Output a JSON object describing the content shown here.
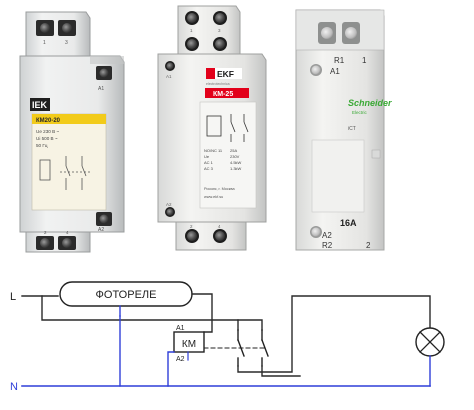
{
  "devices": [
    {
      "id": "iek",
      "brand_logo": "IEK",
      "model": "КМ20-20",
      "spec_lines": [
        "Ue 230 В ~",
        "Ui 500 В ~",
        "50 Гц"
      ],
      "terminal_labels": [
        "1",
        "3",
        "A1",
        "A2",
        "2",
        "4"
      ]
    },
    {
      "id": "ekf",
      "brand_logo": "EKF",
      "brand_sub": "electrotechnica",
      "model": "КМ-25",
      "spec_lines": [
        "NO/NC 11",
        "Ue",
        "AC 1",
        "AC 3",
        "25A",
        "230V",
        "4.5kW",
        "1.3kW"
      ],
      "maker_line": "Россия, г. Москва",
      "website": "www.ekf.su",
      "terminal_labels": [
        "1",
        "3",
        "A1",
        "A2",
        "2",
        "4"
      ]
    },
    {
      "id": "schneider",
      "brand_logo": "Schneider",
      "brand_sub": "Electric",
      "model": "iCT",
      "rating": "16A",
      "terminal_labels": [
        "R1",
        "1",
        "A1",
        "A2",
        "R2",
        "2"
      ]
    }
  ],
  "schematic": {
    "label_L": "L",
    "label_N": "N",
    "photorelay_label": "ФОТОРЕЛЕ",
    "coil_label": "КМ",
    "coil_terminal_top": "A1",
    "coil_terminal_bottom": "A2",
    "colors": {
      "wire": "#2a2a2a",
      "neutral": "#2f3fd8",
      "component": "#222222"
    }
  }
}
